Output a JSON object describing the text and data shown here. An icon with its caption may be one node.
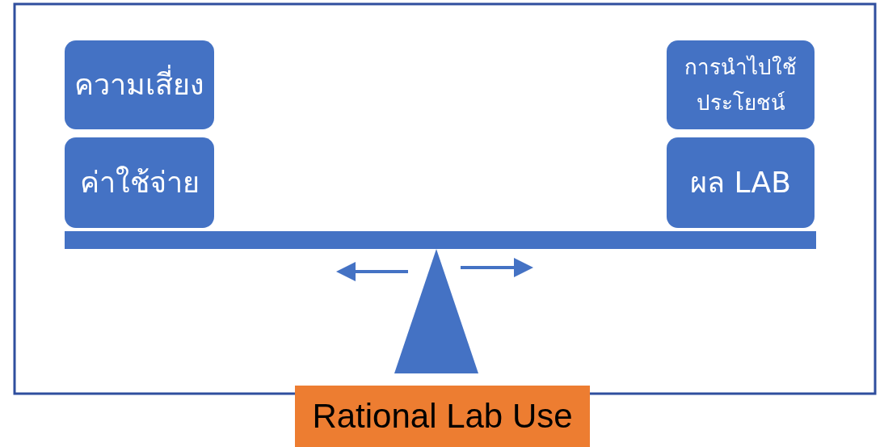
{
  "diagram": {
    "nodes": [
      {
        "text": [
          "ความเสี่ยง"
        ]
      },
      {
        "text": [
          "ค่าใช้จ่าย"
        ]
      },
      {
        "text": [
          "การนำไปใช้ประโยชน์"
        ]
      },
      {
        "text": [
          "ผล LAB"
        ]
      },
      {
        "text": [
          "Rational Lab Use"
        ]
      }
    ]
  }
}
